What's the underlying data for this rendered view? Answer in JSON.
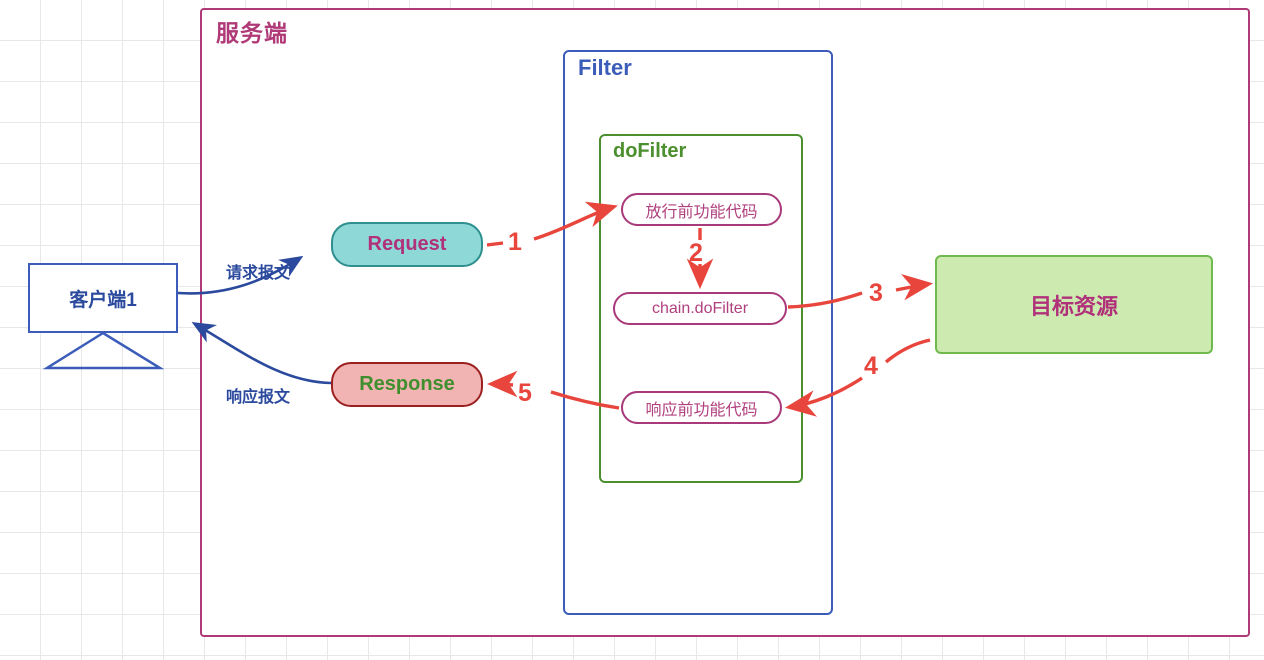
{
  "diagram": {
    "title": "Servlet Filter request/response flow",
    "containers": {
      "server": {
        "label": "服务端",
        "color": "#b03a77"
      },
      "filter": {
        "label": "Filter",
        "color": "#3b5cb8"
      },
      "dofilter": {
        "label": "doFilter",
        "color": "#4c8f2e"
      }
    },
    "nodes": {
      "client": {
        "label": "客户端1",
        "color": "#2b4a9e"
      },
      "request": {
        "label": "Request",
        "fill": "#8fd8d8",
        "border": "#2f8f8f",
        "text": "#b0317a"
      },
      "response": {
        "label": "Response",
        "fill": "#f2b3b3",
        "border": "#9c2020",
        "text": "#3f8f2e"
      },
      "pre_code": {
        "label": "放行前功能代码",
        "color": "#b0407e"
      },
      "chain_dofilter": {
        "label": "chain.doFilter",
        "color": "#b0407e"
      },
      "post_code": {
        "label": "响应前功能代码",
        "color": "#b0407e"
      },
      "target": {
        "label": "目标资源",
        "fill": "#cdeab0",
        "border": "#6eba4e",
        "text": "#b0317a"
      }
    },
    "edge_labels": {
      "request_message": "请求报文",
      "response_message": "响应报文"
    },
    "step_numbers": {
      "one": "1",
      "two": "2",
      "three": "3",
      "four": "4",
      "five": "5",
      "color": "#e8453c"
    }
  }
}
